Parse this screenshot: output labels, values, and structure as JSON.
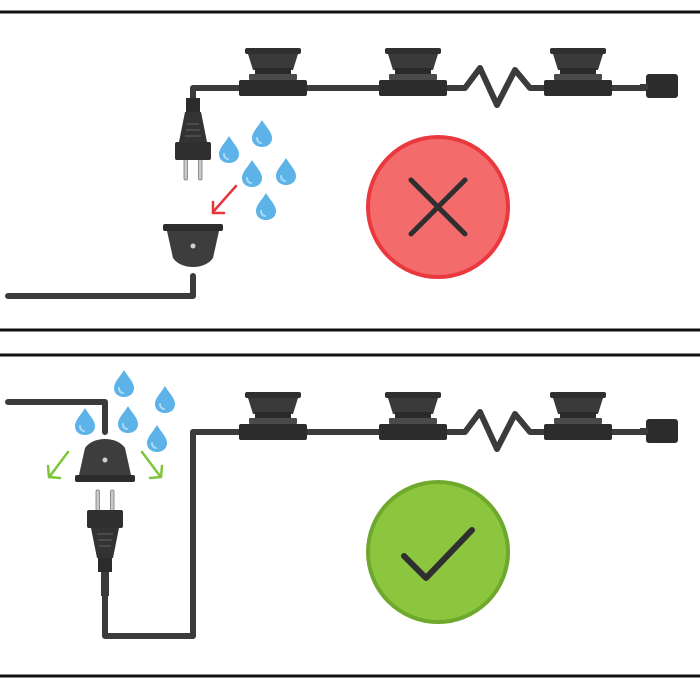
{
  "panels": [
    {
      "id": "wrong",
      "verdict": "incorrect",
      "icon": "x-mark-icon",
      "badge_color": "#f36b6b",
      "badge_ring_color": "#e9393f",
      "arrow_color": "#e8343c",
      "plug_orientation": "facing-up",
      "socket_position": "below-plug"
    },
    {
      "id": "right",
      "verdict": "correct",
      "icon": "check-mark-icon",
      "badge_color": "#8cc63f",
      "badge_ring_color": "#6ea82c",
      "arrow_color": "#7ec53a",
      "plug_orientation": "facing-down",
      "socket_position": "above-plug"
    }
  ],
  "colors": {
    "cable": "#3b3b3b",
    "bulb_base": "#2f2f2f",
    "water_drop": "#5db3e8",
    "water_drop_highlight": "#a9dbf7",
    "panel_border": "#111111"
  }
}
